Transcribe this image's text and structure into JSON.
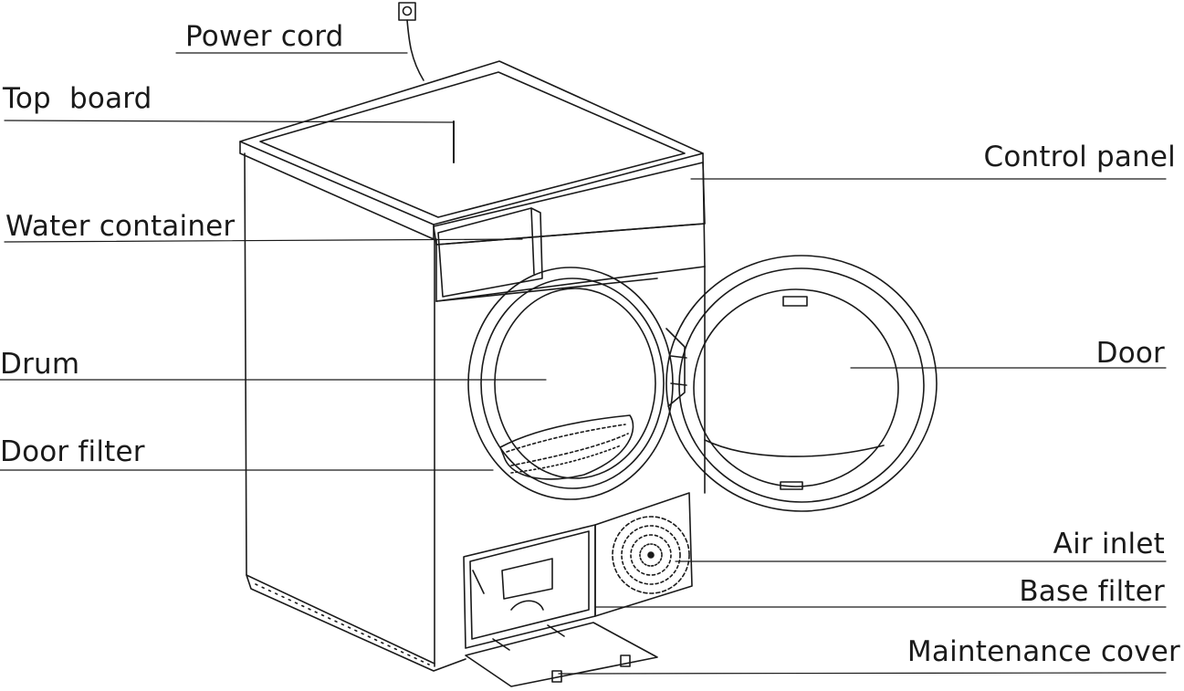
{
  "labels": {
    "power_cord": "Power cord",
    "top_board": "Top  board",
    "water_container": "Water container",
    "drum": "Drum",
    "door_filter": "Door filter",
    "control_panel": "Control panel",
    "door": "Door",
    "air_inlet": "Air inlet",
    "base_filter": "Base filter",
    "maintenance_cover": "Maintenance cover"
  },
  "colors": {
    "line": "#1a1a1a",
    "text": "#1a1a1a",
    "background": "#ffffff"
  }
}
